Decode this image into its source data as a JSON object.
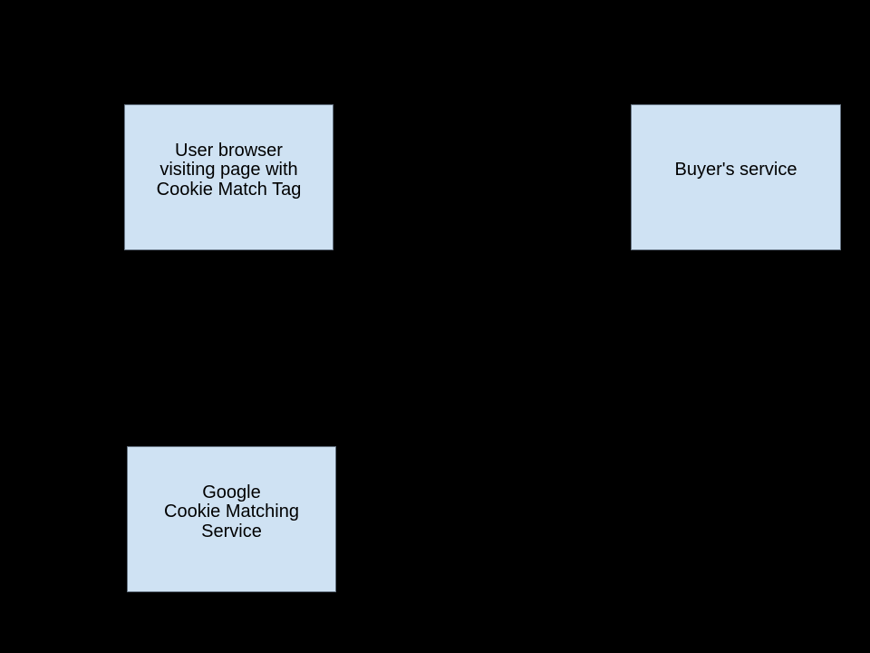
{
  "canvas": {
    "background": "#000000"
  },
  "diagram": {
    "type": "flow-diagram",
    "box_fill": "#cfe2f3",
    "box_text_color": "#000000",
    "nodes": [
      {
        "id": "user-browser",
        "lines": [
          "User browser",
          "visiting page with",
          "Cookie Match Tag"
        ]
      },
      {
        "id": "buyers-service",
        "lines": [
          "Buyer's service"
        ]
      },
      {
        "id": "google-cookie-matching-service",
        "lines": [
          "Google",
          "Cookie Matching",
          "Service"
        ]
      }
    ]
  }
}
